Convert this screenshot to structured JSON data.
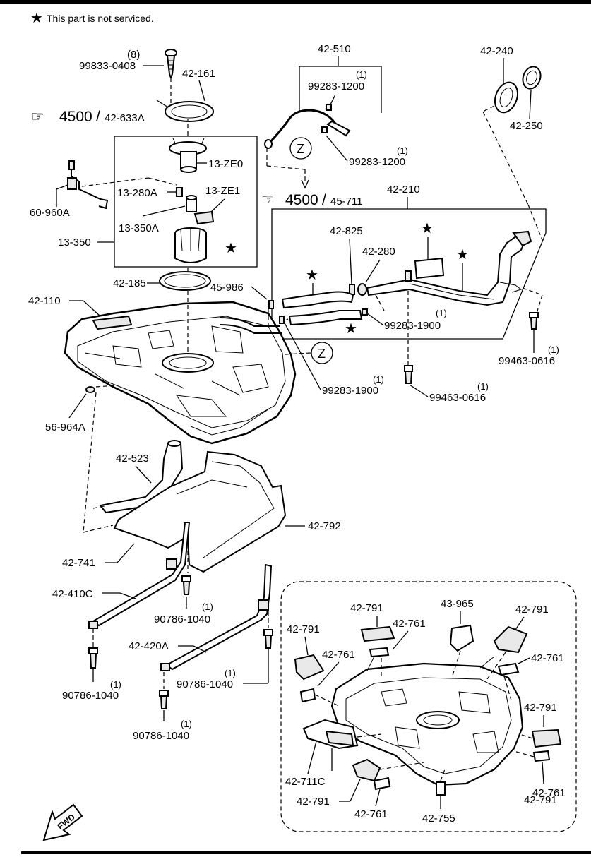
{
  "note": {
    "star": "★",
    "text": "This part is not serviced."
  },
  "reference_arrow": "☞",
  "callouts": {
    "ref_4500_a": {
      "num": "4500",
      "sep": "/",
      "sub": "42-633A"
    },
    "ref_4500_b": {
      "num": "4500",
      "sep": "/",
      "sub": "45-711"
    },
    "zone_z_a": "Z",
    "zone_z_b": "Z"
  },
  "labels": {
    "screw_qty": "(8)",
    "screw_part": "99833-0408",
    "p42_161": "42-161",
    "p42_510": "42-510",
    "p99283_1200_a_qty": "(1)",
    "p99283_1200_a": "99283-1200",
    "p99283_1200_b_qty": "(1)",
    "p99283_1200_b": "99283-1200",
    "p42_240": "42-240",
    "p42_250": "42-250",
    "p13_ze0": "13-ZE0",
    "p13_280a": "13-280A",
    "p13_ze1": "13-ZE1",
    "p13_350a": "13-350A",
    "p13_350": "13-350",
    "p60_960a": "60-960A",
    "p42_210": "42-210",
    "p42_825": "42-825",
    "p42_280": "42-280",
    "p42_185": "42-185",
    "p45_986": "45-986",
    "p42_110": "42-110",
    "p99283_1900_a_qty": "(1)",
    "p99283_1900_a": "99283-1900",
    "p99283_1900_b_qty": "(1)",
    "p99283_1900_b": "99283-1900",
    "p99463_0616_a_qty": "(1)",
    "p99463_0616_a": "99463-0616",
    "p99463_0616_b_qty": "(1)",
    "p99463_0616_b": "99463-0616",
    "p56_964a": "56-964A",
    "p42_523": "42-523",
    "p42_792": "42-792",
    "p42_741": "42-741",
    "p42_410c": "42-410C",
    "p90786_1040_a_qty": "(1)",
    "p90786_1040_a": "90786-1040",
    "p42_420a": "42-420A",
    "p90786_1040_b_qty": "(1)",
    "p90786_1040_b": "90786-1040",
    "p90786_1040_c_qty": "(1)",
    "p90786_1040_c": "90786-1040",
    "p90786_1040_d_qty": "(1)",
    "p90786_1040_d": "90786-1040"
  },
  "detail_labels": {
    "p42_791_a": "42-791",
    "p42_761_a": "42-761",
    "p43_965": "43-965",
    "p42_791_b": "42-791",
    "p42_791_c": "42-791",
    "p42_761_b": "42-761",
    "p42_761_c": "42-761",
    "p42_791_d": "42-791",
    "p42_711c": "42-711C",
    "p42_791_e": "42-791",
    "p42_761_d": "42-761",
    "p42_755": "42-755",
    "p42_761_e": "42-761",
    "p42_791_f": "42-791"
  },
  "stars": [
    "★",
    "★",
    "★",
    "★",
    "★"
  ],
  "fwd_label": "FWD"
}
